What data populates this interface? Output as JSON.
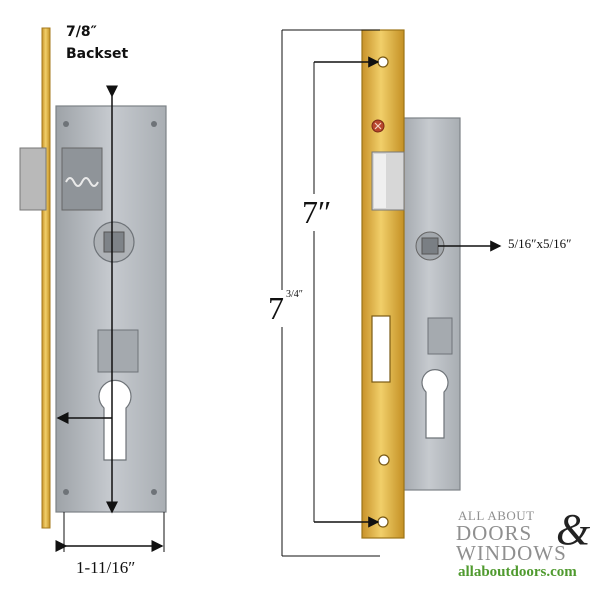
{
  "left_lock": {
    "backset_value": "7/8″",
    "backset_label": "Backset",
    "width_label": "1-11/16″"
  },
  "right_lock": {
    "height_inner": "7″",
    "height_outer_main": "7",
    "height_outer_fraction": "3/4″",
    "spindle_label": "5/16″x5/16″"
  },
  "logo": {
    "line1": "ALL ABOUT",
    "line2_left": "DOORS",
    "ampersand": "&",
    "line3": "WINDOWS",
    "url": "allaboutdoors.com"
  },
  "colors": {
    "brass": "#d9a93a",
    "steel": "#b8bcc1",
    "logo_gray": "#9a9a9a",
    "logo_green": "#4f9a2e",
    "logo_dark": "#222222"
  }
}
